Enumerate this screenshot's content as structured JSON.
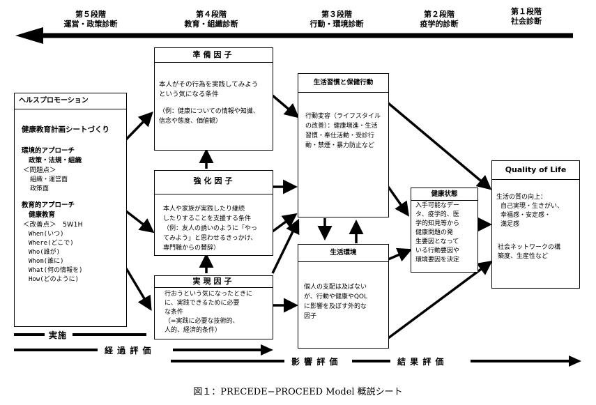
{
  "stages": [
    {
      "num": "第５段階",
      "name": "運営・政策診断"
    },
    {
      "num": "第４段階",
      "name": "教育・組織診断"
    },
    {
      "num": "第３段階",
      "name": "行動・環境診断"
    },
    {
      "num": "第２段階",
      "name": "疫学的診断"
    },
    {
      "num": "第１段階",
      "name": "社会診断"
    }
  ],
  "health_promotion": {
    "title": "ヘルスプロモーション",
    "subtitle": "健康教育計画シートづくり",
    "env_heading": "環境的アプローチ",
    "env_items": "政策・法規・組織",
    "problem_label": "＜問題点＞",
    "problem_items": [
      "組織・運営面",
      "政策面"
    ],
    "edu_heading": "教育的アプローチ",
    "edu_items": "健康教育",
    "improve_label": "＜改善点＞　5W1H",
    "w_items": [
      "When(いつ)",
      "Where(どこで)",
      "Who(誰が)",
      "Whom(誰に)",
      "What(何の情報を)",
      "How(どのように)"
    ]
  },
  "predisposing": {
    "title": "準備因子",
    "lines": [
      "本人がその行為を実践してみよう",
      "という気になる条件"
    ],
    "example": [
      "（例：健康についての情報や知識、",
      "信念や態度、価値観）"
    ]
  },
  "reinforcing": {
    "title": "強化因子",
    "lines": [
      "本人や家族が実践したり継続",
      "したりすることを支援する条件",
      "（例：友人の誘いのように「やっ",
      "てみよう」と思わせるきっかけ、",
      "専門職からの賛辞）"
    ]
  },
  "enabling": {
    "title": "実現因子",
    "lines": [
      "行おうという気になったときに",
      "に、実践できるために必要",
      "な条件",
      "（=実践に必要な技術的、",
      "人的、経済的条件）"
    ]
  },
  "behavior": {
    "title": "生活習慣と保健行動",
    "lines": [
      "行動変容（ライフスタイル",
      "の改善）：健康増進・生活",
      "習慣・奉仕活動・受診行",
      "動・禁煙・暴力防止など"
    ]
  },
  "environment": {
    "title": "生活環境",
    "lines": [
      "個人の支配は及ばない",
      "が、行動や健康やQOL",
      "に影響を及ぼす外的な",
      "因子"
    ]
  },
  "health": {
    "title": "健康状態",
    "lines": [
      "入手可能なデー",
      "タ、疫学的、医",
      "学的知見等から",
      "健康問題の発",
      "生要因となって",
      "いる行動要因や",
      "環境要因を決定"
    ]
  },
  "qol": {
    "title": "Quality of Life",
    "lines": [
      "生活の質の向上：",
      "自己実現・生きがい、",
      "幸福感・安定感・",
      "満足感",
      "",
      "社会ネットワークの構",
      "築度、生産性など"
    ]
  },
  "bottom": {
    "implementation": "実施",
    "process": "経 過 評 価",
    "impact": "影 響 評 価",
    "outcome": "結 果 評 価"
  },
  "caption": "図１：PRECEDE−PROCEED Model 概説シート"
}
